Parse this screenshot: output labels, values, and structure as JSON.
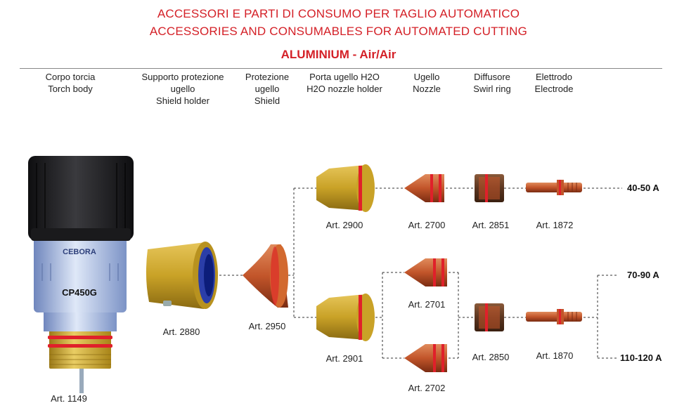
{
  "header": {
    "title_it": "ACCESSORI E PARTI DI CONSUMO PER TAGLIO AUTOMATICO",
    "title_en": "ACCESSORIES AND CONSUMABLES FOR AUTOMATED CUTTING",
    "subtitle": "ALUMINIUM - Air/Air"
  },
  "columns": [
    {
      "it": "Corpo torcia",
      "it2": "",
      "en": "Torch body"
    },
    {
      "it": "Supporto protezione",
      "it2": "ugello",
      "en": "Shield holder"
    },
    {
      "it": "Protezione",
      "it2": "ugello",
      "en": "Shield"
    },
    {
      "it": "Porta ugello H2O",
      "it2": "",
      "en": "H2O nozzle holder"
    },
    {
      "it": "Ugello",
      "it2": "",
      "en": "Nozzle"
    },
    {
      "it": "Diffusore",
      "it2": "",
      "en": "Swirl ring"
    },
    {
      "it": "Elettrodo",
      "it2": "",
      "en": "Electrode"
    }
  ],
  "torch": {
    "brand": "CEBORA",
    "model": "CP450G"
  },
  "parts": {
    "a1149": "Art. 1149",
    "a2880": "Art. 2880",
    "a2950": "Art. 2950",
    "a2900": "Art. 2900",
    "a2901": "Art. 2901",
    "a2700": "Art. 2700",
    "a2701": "Art. 2701",
    "a2702": "Art. 2702",
    "a2851": "Art. 2851",
    "a2850": "Art. 2850",
    "a1872": "Art. 1872",
    "a1870": "Art. 1870"
  },
  "currents": {
    "c1": "40-50 A",
    "c2": "70-90 A",
    "c3": "110-120 A"
  },
  "colors": {
    "title_red": "#d42027",
    "brass": "#c9a227",
    "copper": "#c2552a",
    "o_ring": "#e0202a",
    "torch_blue": "#9fb4dc",
    "cap_black": "#1d1d1f"
  }
}
